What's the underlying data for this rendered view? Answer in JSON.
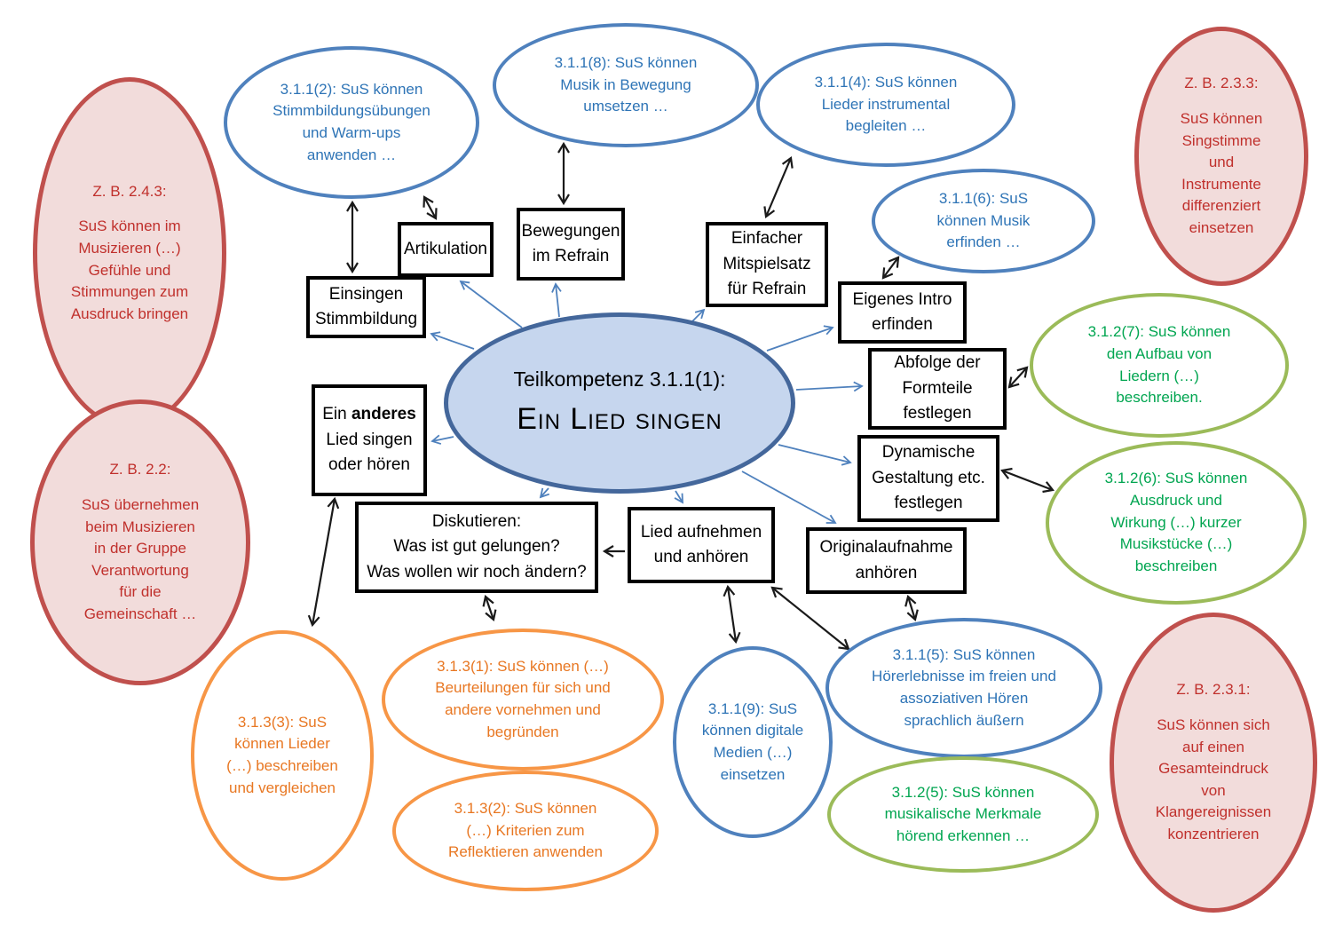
{
  "center": {
    "kicker": "Teilkompetenz 3.1.1(1):",
    "title": "Ein Lied singen"
  },
  "boxes": {
    "einsingen": "Einsingen Stimmbildung",
    "artikulation": "Artikulation",
    "bewegungen": "Bewegungen im Refrain",
    "mitspielsatz": "Einfacher Mitspielsatz für Refrain",
    "intro": "Eigenes Intro erfinden",
    "abfolge": "Abfolge der Formteile festlegen",
    "dynamik": "Dynamische Gestaltung etc. festlegen",
    "aufnehmen": "Lied aufnehmen und anhören",
    "original": "Originalaufnahme anhören",
    "anderes": {
      "pre": "Ein",
      "bold": "anderes",
      "rest": "Lied singen oder hören"
    },
    "diskutieren": {
      "line1": "Diskutieren:",
      "line2": "Was ist gut gelungen?",
      "line3": "Was wollen wir noch ändern?"
    }
  },
  "ellipses": {
    "c3112": "3.1.1(2): SuS können Stimmbildungsübungen und Warm-ups anwenden …",
    "c3118": "3.1.1(8): SuS können Musik in Bewegung umsetzen …",
    "c3114": "3.1.1(4): SuS können Lieder instrumental begleiten …",
    "c3116": "3.1.1(6): SuS können Musik erfinden …",
    "c3119": "3.1.1(9): SuS können digitale Medien (…) einsetzen",
    "c3115": "3.1.1(5): SuS können Hörerlebnisse im freien und assoziativen Hören sprachlich äußern",
    "c3127": "3.1.2(7): SuS können den Aufbau von Liedern (…) beschreiben.",
    "c3126": "3.1.2(6): SuS können Ausdruck und Wirkung (…) kurzer Musikstücke (…) beschreiben",
    "c3125": "3.1.2(5): SuS können musikalische Merkmale hörend erkennen …",
    "c3133": "3.1.3(3): SuS können Lieder (…) beschreiben und vergleichen",
    "c3131": "3.1.3(1): SuS können (…) Beurteilungen für sich und andere vornehmen und begründen",
    "c3132": "3.1.3(2): SuS können (…) Kriterien zum Reflektieren anwenden"
  },
  "context": {
    "z243": {
      "title": "Z. B. 2.4.3:",
      "body": "SuS können im Musizieren (…) Gefühle und Stimmungen zum Ausdruck bringen"
    },
    "z22": {
      "title": "Z. B. 2.2:",
      "body": "SuS übernehmen beim Musizieren in der Gruppe Verantwortung für die Gemeinschaft …"
    },
    "z233": {
      "title": "Z. B. 2.3.3:",
      "body": "SuS können Singstimme und Instrumente differenziert einsetzen"
    },
    "z231": {
      "title": "Z. B. 2.3.1:",
      "body": "SuS können sich auf einen Gesamteindruck von Klangereignissen konzentrieren"
    }
  },
  "colors": {
    "blue": "#4F81BD",
    "blue_text": "#2E74B6",
    "green": "#9BBB59",
    "green_text": "#00A550",
    "orange": "#F79646",
    "orange_text": "#E87722",
    "red_border": "#C0504D",
    "red_fill": "#F2DCDB",
    "red_text": "#C0302C",
    "center_fill": "#C6D6EE",
    "center_border": "#44679B",
    "arrow_black": "#1A1A1A"
  }
}
